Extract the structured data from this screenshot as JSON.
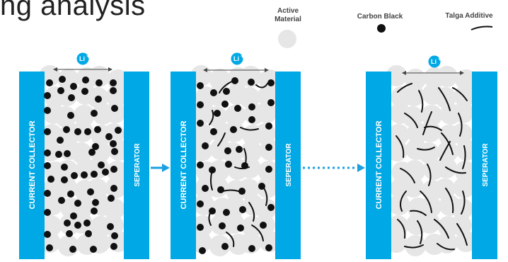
{
  "title": "ng analysis",
  "legend": {
    "active_material": "Active Material",
    "carbon_black": "Carbon Black",
    "talga_additive": "Talga Additive"
  },
  "li_label": "Li",
  "li_superscript": "+",
  "collector_label": "CURRENT COLLECTOR",
  "separator_label": "SEPERATOR",
  "colors": {
    "electrode_blue": "#00a9e6",
    "active_material": "#e6e6e6",
    "carbon_black": "#111111",
    "arrow": "#1ba0e2"
  }
}
